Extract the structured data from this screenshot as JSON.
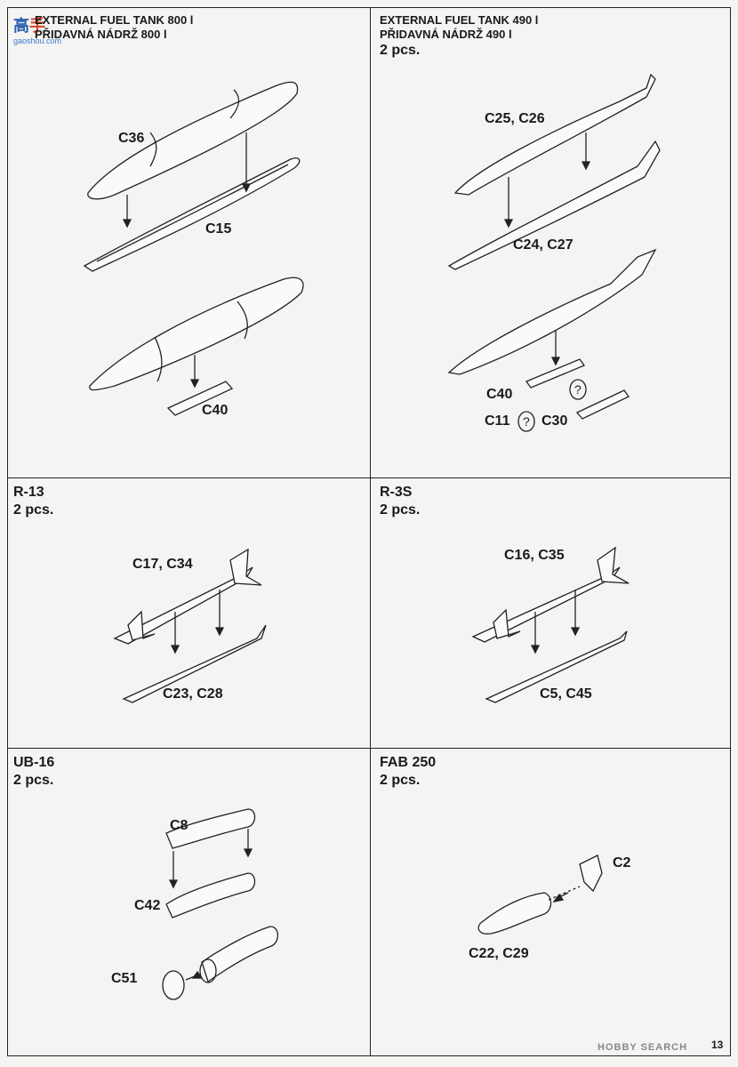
{
  "watermark": {
    "text_left": "高",
    "text_right": "手",
    "url": "gaoshou.com"
  },
  "sections": {
    "fuel800": {
      "title": "EXTERNAL FUEL TANK 800 l",
      "subtitle": "PŘIDAVNÁ NÁDRŽ 800 l",
      "labels": {
        "c36": "C36",
        "c15": "C15",
        "c40": "C40"
      }
    },
    "fuel490": {
      "title": "EXTERNAL FUEL TANK 490 l",
      "subtitle": "PŘIDAVNÁ NÁDRŽ 490 l",
      "qty": "2 pcs.",
      "labels": {
        "c25": "C25, C26",
        "c24": "C24, C27",
        "c40": "C40",
        "c11": "C11",
        "c30": "C30"
      }
    },
    "r13": {
      "title": "R-13",
      "qty": "2 pcs.",
      "labels": {
        "c17": "C17, C34",
        "c23": "C23, C28"
      }
    },
    "r3s": {
      "title": "R-3S",
      "qty": "2 pcs.",
      "labels": {
        "c16": "C16, C35",
        "c5": "C5, C45"
      }
    },
    "ub16": {
      "title": "UB-16",
      "qty": "2 pcs.",
      "labels": {
        "c8": "C8",
        "c42": "C42",
        "c51": "C51"
      }
    },
    "fab250": {
      "title": "FAB 250",
      "qty": "2 pcs.",
      "labels": {
        "c2": "C2",
        "c22": "C22, C29"
      }
    }
  },
  "footer": {
    "brand": "HOBBY SEARCH",
    "page": "13"
  }
}
